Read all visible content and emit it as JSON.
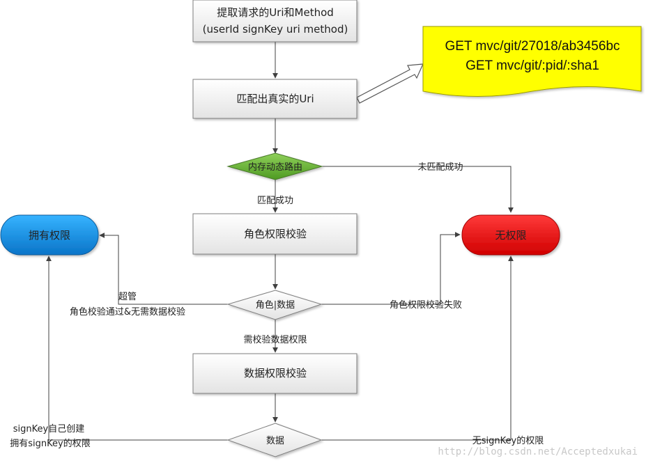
{
  "nodes": {
    "extract": {
      "line1": "提取请求的Uri和Method",
      "line2": "(userId signKey uri method)"
    },
    "match_uri": {
      "label": "匹配出真实的Uri"
    },
    "route_decision": {
      "label": "内存动态路由"
    },
    "role_check": {
      "label": "角色权限校验"
    },
    "role_data_decision": {
      "label": "角色|数据"
    },
    "data_check": {
      "label": "数据权限校验"
    },
    "data_decision": {
      "label": "数据"
    },
    "has_permission": {
      "label": "拥有权限"
    },
    "no_permission": {
      "label": "无权限"
    }
  },
  "note": {
    "line1": "GET mvc/git/27018/ab3456bc",
    "line2": "GET mvc/git/:pid/:sha1"
  },
  "edge_labels": {
    "unmatched": "未匹配成功",
    "matched": "匹配成功",
    "super_line1": "超管",
    "super_line2": "角色校验通过&无需数据校验",
    "role_fail": "角色权限校验失败",
    "need_data": "需校验数据权限",
    "own_line1": "signKey自己创建",
    "own_line2": "拥有signKey的权限",
    "no_signkey": "无signKey的权限"
  },
  "watermark": "http://blog.csdn.net/Acceptedxukai",
  "colors": {
    "box_fill_top": "#ffffff",
    "box_fill_bottom": "#e6e6e6",
    "box_stroke": "#7f7f7f",
    "route_diamond": "#6fb43a",
    "has_permission": "#1493e0",
    "no_permission": "#f01010",
    "note_fill": "#ffff00",
    "line": "#404040"
  }
}
